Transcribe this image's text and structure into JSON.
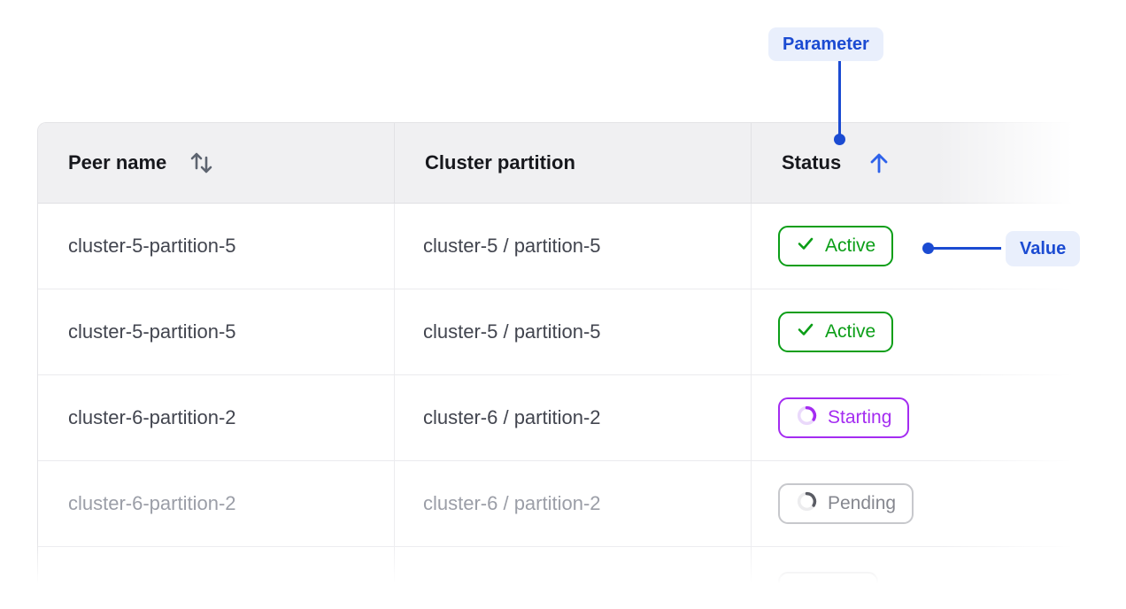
{
  "annotations": {
    "parameter": {
      "label": "Parameter"
    },
    "value": {
      "label": "Value"
    },
    "accent_color": "#1b4bd2",
    "chip_bg": "#e9effc"
  },
  "table": {
    "columns": [
      {
        "label": "Peer name",
        "sort": "none",
        "sort_icon": "sort-both-icon"
      },
      {
        "label": "Cluster partition",
        "sort": null,
        "sort_icon": null
      },
      {
        "label": "Status",
        "sort": "ascending",
        "sort_icon": "arrow-up-icon"
      }
    ],
    "rows": [
      {
        "peer_name": "cluster-5-partition-5",
        "cluster_partition": "cluster-5 / partition-5",
        "status": {
          "label": "Active",
          "state": "active",
          "icon": "check-icon",
          "color": "#0b9e17"
        },
        "dimmed": false
      },
      {
        "peer_name": "cluster-5-partition-5",
        "cluster_partition": "cluster-5 / partition-5",
        "status": {
          "label": "Active",
          "state": "active",
          "icon": "check-icon",
          "color": "#0b9e17"
        },
        "dimmed": false
      },
      {
        "peer_name": "cluster-6-partition-2",
        "cluster_partition": "cluster-6 / partition-2",
        "status": {
          "label": "Starting",
          "state": "starting",
          "icon": "spinner-icon",
          "color": "#a42cf1"
        },
        "dimmed": false
      },
      {
        "peer_name": "cluster-6-partition-2",
        "cluster_partition": "cluster-6 / partition-2",
        "status": {
          "label": "Pending",
          "state": "pending",
          "icon": "spinner-icon",
          "color": "#85878f"
        },
        "dimmed": true
      },
      {
        "peer_name": "",
        "cluster_partition": "",
        "status": {
          "label": "",
          "state": "unknown",
          "icon": null,
          "color": "#d9dadd"
        },
        "dimmed": true,
        "partial": true
      }
    ]
  },
  "colors": {
    "header_bg": "#f0f0f2",
    "header_text": "#17181d",
    "cell_text": "#42454f",
    "dimmed_text": "#9b9ea7",
    "border": "#e3e3e6",
    "active_green": "#0b9e17",
    "starting_purple": "#a42cf1",
    "pending_gray": "#85878f",
    "sort_arrow_blue": "#2e62ea"
  }
}
